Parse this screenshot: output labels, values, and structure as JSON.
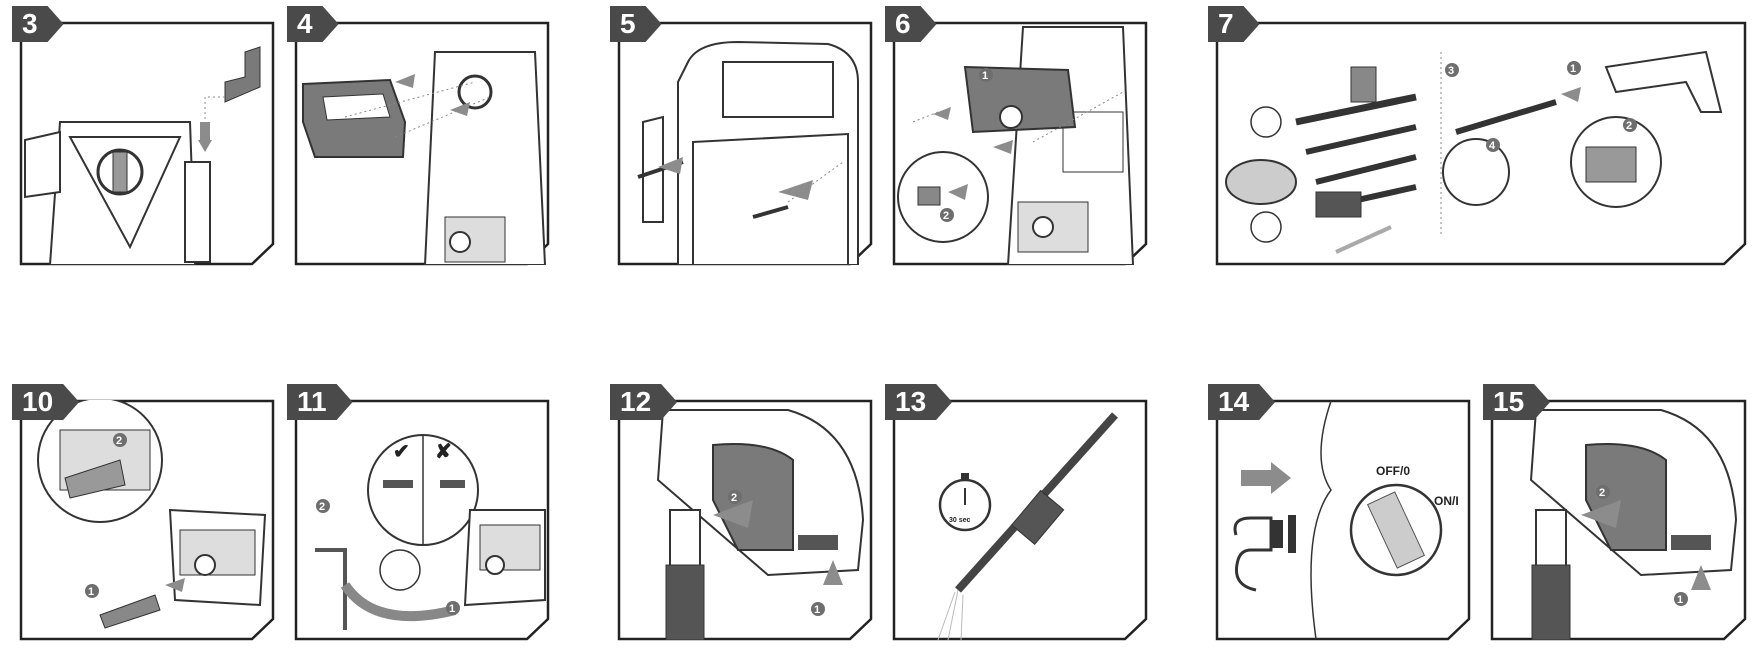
{
  "panels": [
    {
      "id": "p3",
      "label": "3"
    },
    {
      "id": "p4",
      "label": "4"
    },
    {
      "id": "p5",
      "label": "5"
    },
    {
      "id": "p6",
      "label": "6"
    },
    {
      "id": "p7",
      "label": "7"
    },
    {
      "id": "p10",
      "label": "10"
    },
    {
      "id": "p11",
      "label": "11"
    },
    {
      "id": "p12",
      "label": "12"
    },
    {
      "id": "p13",
      "label": "13"
    },
    {
      "id": "p14",
      "label": "14"
    },
    {
      "id": "p15",
      "label": "15"
    }
  ],
  "markers": {
    "one": "1",
    "two": "2",
    "three": "3",
    "four": "4",
    "ok_mark": "✔",
    "no_mark": "✘"
  },
  "labels": {
    "switch_off": "OFF/0",
    "switch_on": "ON/I",
    "timer": "30 sec"
  },
  "colors": {
    "frame": "#222222",
    "badge": "#4a4a4a",
    "arrow": "#8c8c8c",
    "part_fill": "#7a7a7a",
    "step_circle": "#6e6e6e"
  }
}
